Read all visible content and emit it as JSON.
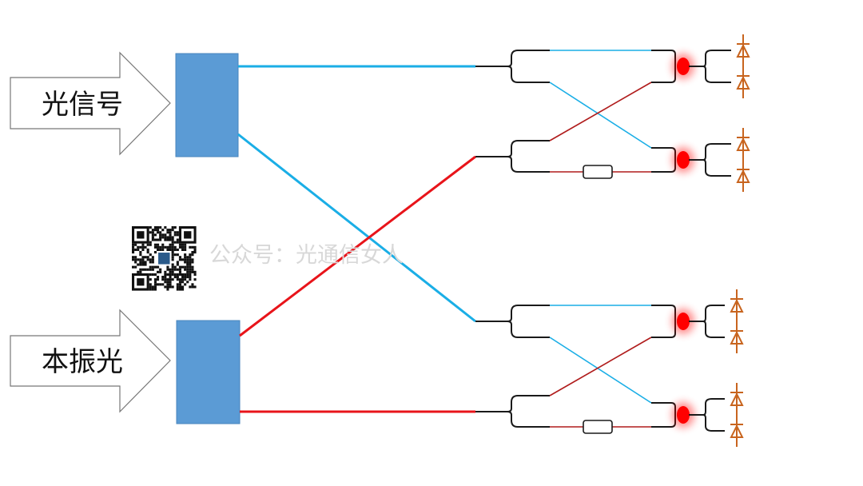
{
  "inputs": {
    "signal_label": "光信号",
    "lo_label": "本振光"
  },
  "watermark": "公众号：光通信女人",
  "colors": {
    "block": "#5b9bd5",
    "signal": "#1aaee6",
    "lo": "#e8141a",
    "lo_dark": "#b01c1c",
    "detector": "#c8641e",
    "dot": "#ff0000"
  }
}
